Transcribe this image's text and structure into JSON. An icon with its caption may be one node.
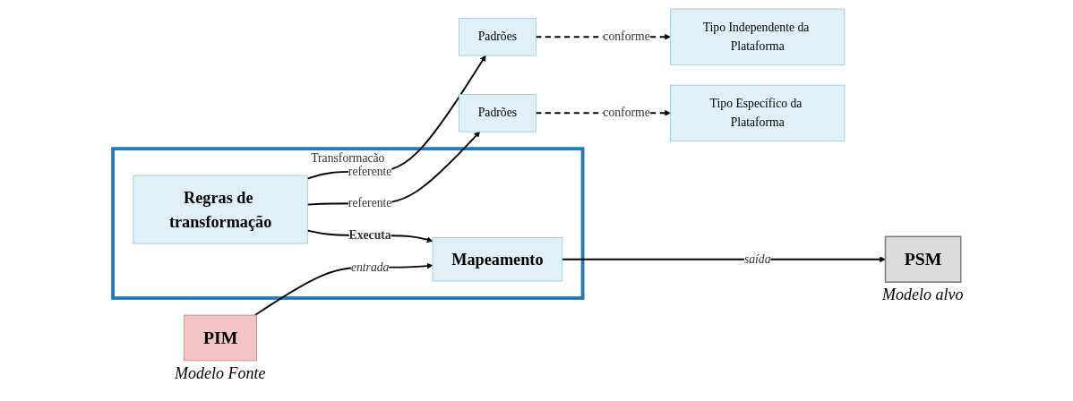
{
  "diagram": {
    "nodes": [
      {
        "text": [
          "Transformação"
        ]
      },
      {
        "text": [
          "Padrões"
        ]
      },
      {
        "text": [
          "Tipo Independente da Plataforma"
        ]
      },
      {
        "text": [
          "PIM"
        ],
        "beside": [
          "Modelo Fonte"
        ]
      },
      {
        "text": [
          "Regras de transformação"
        ],
        "in": 0
      },
      {
        "text": [
          "Mapeamento"
        ],
        "in": 0
      },
      {
        "text": [
          "Padrões"
        ]
      },
      {
        "text": [
          "Tipo Específico da Plataforma"
        ]
      },
      {
        "text": [
          "PSM"
        ],
        "beside": [
          "Modelo alvo"
        ]
      }
    ],
    "edges": [
      {
        "from": 4,
        "to": 1,
        "arrow": "to",
        "label": "referente"
      },
      {
        "from": 1,
        "to": 2,
        "arrow": "to",
        "label": "conforme",
        "style": "dashed"
      },
      {
        "from": 4,
        "to": 5,
        "arrow": "to",
        "label": "Executa"
      },
      {
        "from": 3,
        "to": 5,
        "arrow": "to",
        "label": "entrada"
      },
      {
        "from": 5,
        "to": 8,
        "arrow": "to",
        "label": "saída"
      },
      {
        "from": 4,
        "to": 6,
        "arrow": "to",
        "label": "referente"
      },
      {
        "from": 6,
        "to": 7,
        "arrow": "to",
        "label": "conforme",
        "style": "dashed"
      }
    ]
  }
}
